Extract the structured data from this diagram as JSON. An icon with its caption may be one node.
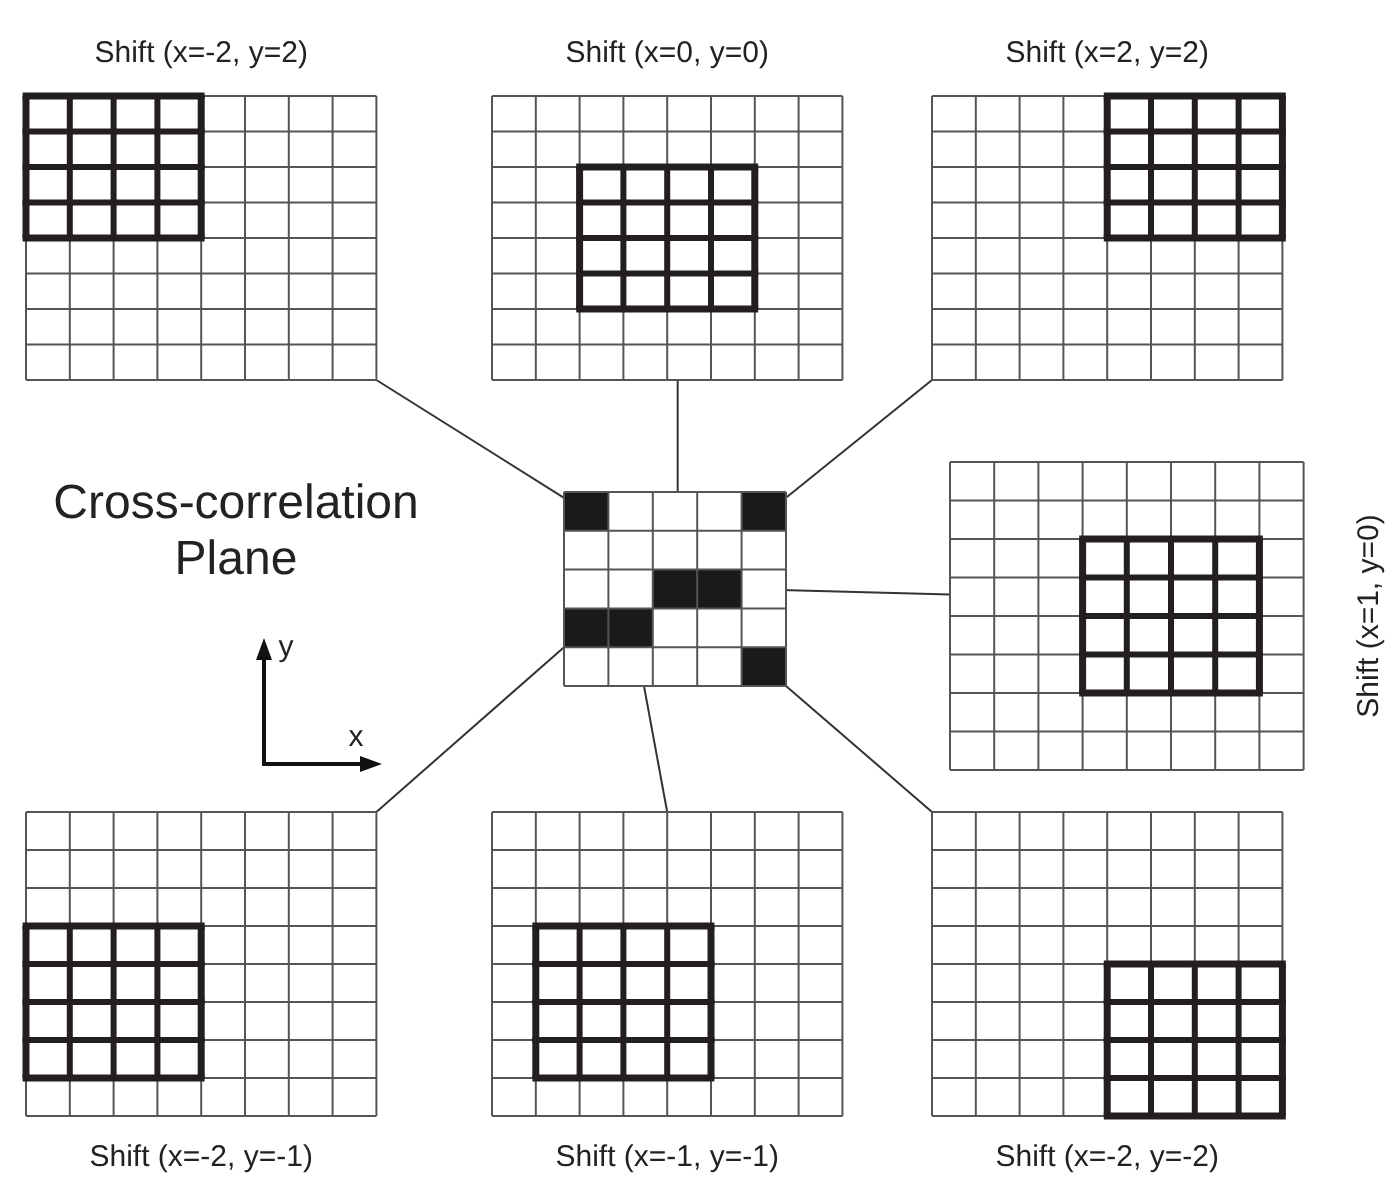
{
  "diagram": {
    "nodes": [
      {
        "text": [
          "Shift (x=-2, y=2)"
        ]
      },
      {
        "text": [
          "Shift (x=0, y=0)"
        ]
      },
      {
        "text": [
          "Shift (x=2, y=2)"
        ]
      },
      {
        "text": [],
        "shape": "box"
      },
      {
        "text": [],
        "shape": "box",
        "in": 3
      },
      {
        "text": [],
        "shape": "box",
        "in": 3
      },
      {
        "text": [],
        "shape": "box",
        "in": 3
      },
      {
        "text": [],
        "shape": "box",
        "in": 3
      },
      {
        "text": [],
        "shape": "box",
        "in": 3
      },
      {
        "text": [
          "Shift (x=1, y=0)"
        ]
      },
      {
        "text": [
          "Shift (x=-2, y=-1)"
        ]
      },
      {
        "text": [
          "Shift (x=-1, y=-1)"
        ]
      },
      {
        "text": [
          "Shift (x=-2, y=-2)"
        ]
      }
    ],
    "edges": [
      {
        "from": 0,
        "to": 4,
        "arrow": "none"
      },
      {
        "from": 1,
        "to": 6,
        "arrow": "none"
      },
      {
        "from": 2,
        "to": 5,
        "arrow": "none"
      },
      {
        "from": 9,
        "to": 6,
        "arrow": "none"
      },
      {
        "from": 10,
        "to": 7,
        "arrow": "none"
      },
      {
        "from": 11,
        "to": 7,
        "arrow": "none"
      },
      {
        "from": 12,
        "to": 8,
        "arrow": "none"
      }
    ],
    "labels": [
      "Cross-correlation Plane",
      "y",
      "x"
    ]
  }
}
